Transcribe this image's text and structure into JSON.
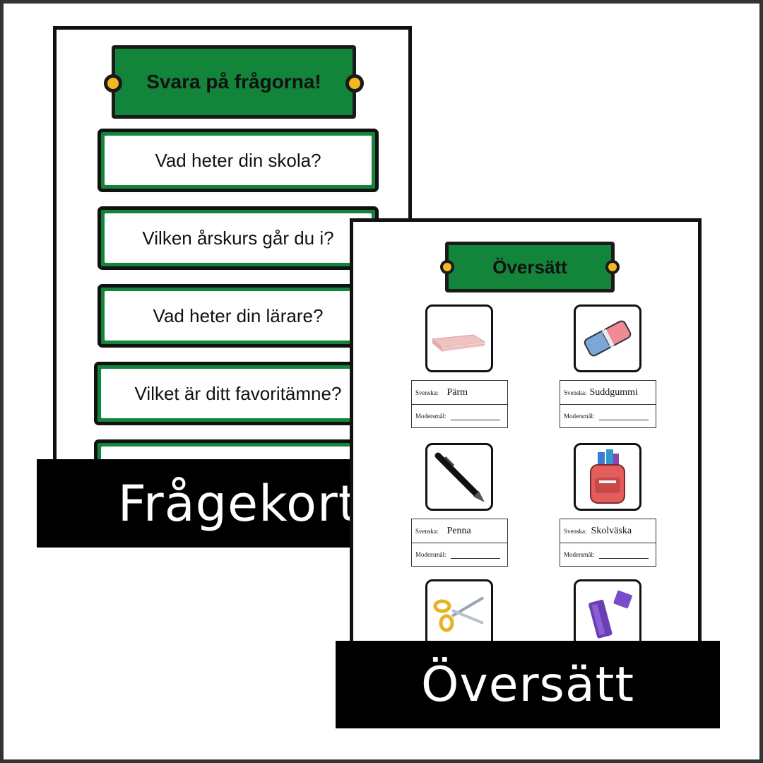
{
  "cards_sheet": {
    "title": "Svara på frågorna!",
    "questions": [
      "Vad heter din skola?",
      "Vilken årskurs går du i?",
      "Vad heter din lärare?",
      "Vilket är ditt favoritämne?",
      ""
    ],
    "label": "Frågekort"
  },
  "translate_sheet": {
    "title": "Översätt",
    "swedish_label": "Svenska:",
    "native_label": "Modersmål:",
    "items": [
      {
        "word": "Pärm",
        "icon": "binder-icon"
      },
      {
        "word": "Suddgummi",
        "icon": "eraser-icon"
      },
      {
        "word": "Penna",
        "icon": "pen-icon"
      },
      {
        "word": "Skolväska",
        "icon": "school-bag-icon"
      },
      {
        "word": "",
        "icon": "scissors-icon"
      },
      {
        "word": "",
        "icon": "glue-stick-icon"
      }
    ],
    "label": "Översätt"
  },
  "colors": {
    "green": "#13853b",
    "bolt": "#f3b724",
    "dark": "#111111"
  }
}
